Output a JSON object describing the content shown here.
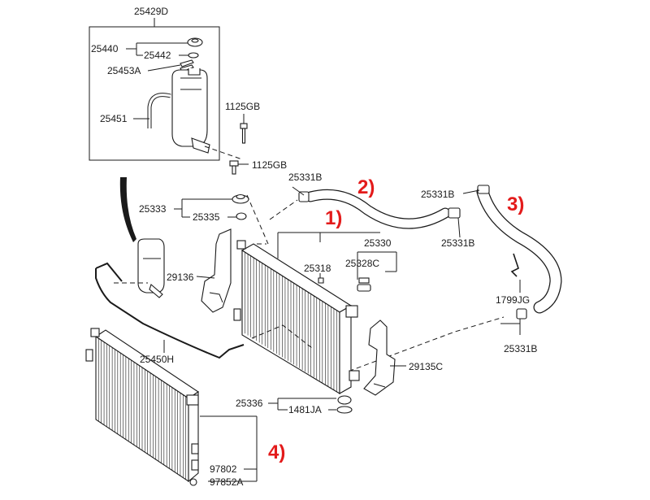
{
  "labels": {
    "p25429D": "25429D",
    "p25440": "25440",
    "p25442": "25442",
    "p25453A": "25453A",
    "p25451": "25451",
    "p1125GB_a": "1125GB",
    "p1125GB_b": "1125GB",
    "p25331B_a": "25331B",
    "p25331B_b": "25331B",
    "p25331B_c": "25331B",
    "p25331B_d": "25331B",
    "p25333": "25333",
    "p25335": "25335",
    "p25330": "25330",
    "p25328C": "25328C",
    "p25318": "25318",
    "p29136": "29136",
    "p1799JG": "1799JG",
    "p25450H": "25450H",
    "p29135C": "29135C",
    "p25336": "25336",
    "p1481JA": "1481JA",
    "p97802": "97802",
    "p97852A": "97852A"
  },
  "callouts": {
    "c1": "1)",
    "c2": "2)",
    "c3": "3)",
    "c4": "4)"
  },
  "colors": {
    "callout": "#e31b1b",
    "ink": "#1a1a1a"
  }
}
